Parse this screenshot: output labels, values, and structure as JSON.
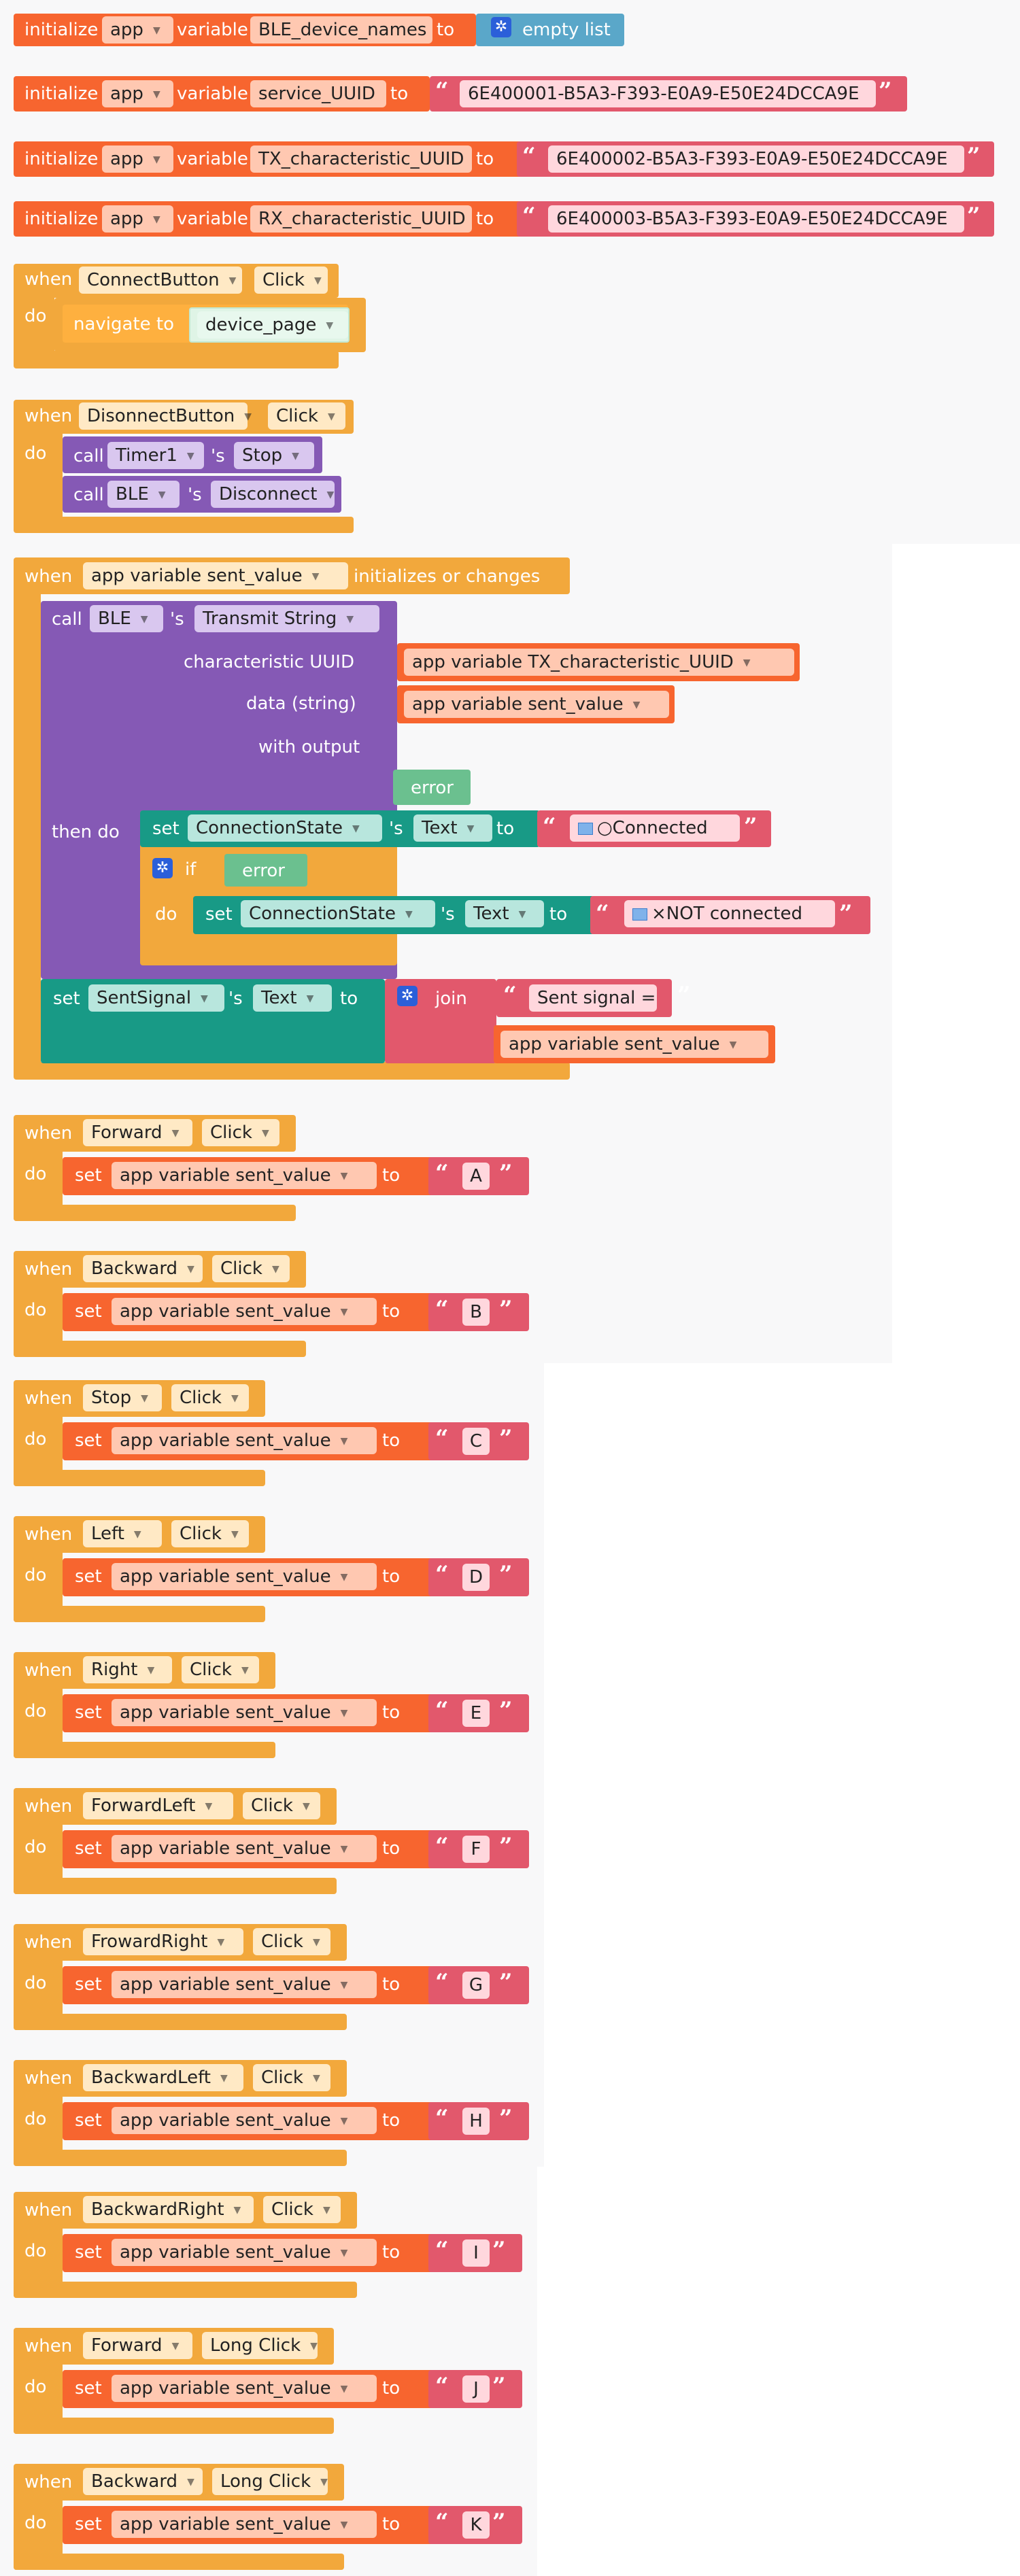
{
  "keywords": {
    "initialize": "initialize",
    "app": "app",
    "variable": "variable",
    "to": "to",
    "when": "when",
    "do": "do",
    "call": "call",
    "apos_s": "'s",
    "set": "set",
    "then_do": "then do",
    "if": "if",
    "join": "join",
    "navigate_to": "navigate to",
    "initializes_or_changes": "initializes or changes",
    "characteristic_uuid": "characteristic UUID",
    "data_string": "data (string)",
    "with_output": "with output",
    "error": "error",
    "empty_list": "empty list",
    "quote_open": "“",
    "quote_close": "”"
  },
  "globals": [
    {
      "name": "BLE_device_names",
      "value": "empty list"
    },
    {
      "name": "service_UUID",
      "value": "6E400001-B5A3-F393-E0A9-E50E24DCCA9E"
    },
    {
      "name": "TX_characteristic_UUID",
      "value": "6E400002-B5A3-F393-E0A9-E50E24DCCA9E"
    },
    {
      "name": "RX_characteristic_UUID",
      "value": "6E400003-B5A3-F393-E0A9-E50E24DCCA9E"
    }
  ],
  "connect_event": {
    "component": "ConnectButton",
    "event": "Click",
    "screen": "device_page"
  },
  "disconnect_event": {
    "component": "DisonnectButton",
    "event": "Click",
    "calls": [
      {
        "component": "Timer1",
        "method": "Stop"
      },
      {
        "component": "BLE",
        "method": "Disconnect"
      }
    ]
  },
  "sent_value_event": {
    "variable": "app variable sent_value",
    "component": "BLE",
    "method": "Transmit String",
    "uuid_arg": "app variable TX_characteristic_UUID",
    "data_arg": "app variable sent_value",
    "set_connected": {
      "component": "ConnectionState",
      "property": "Text",
      "text": "○Connected"
    },
    "set_not_connected": {
      "component": "ConnectionState",
      "property": "Text",
      "text": "×NOT connected"
    },
    "set_signal": {
      "component": "SentSignal",
      "property": "Text",
      "join_text": "Sent signal = ",
      "join_var": "app variable sent_value"
    }
  },
  "click_events": [
    {
      "component": "Forward",
      "event": "Click",
      "value": "A"
    },
    {
      "component": "Backward",
      "event": "Click",
      "value": "B"
    },
    {
      "component": "Stop",
      "event": "Click",
      "value": "C"
    },
    {
      "component": "Left",
      "event": "Click",
      "value": "D"
    },
    {
      "component": "Right",
      "event": "Click",
      "value": "E"
    },
    {
      "component": "ForwardLeft",
      "event": "Click",
      "value": "F"
    },
    {
      "component": "FrowardRight",
      "event": "Click",
      "value": "G"
    },
    {
      "component": "BackwardLeft",
      "event": "Click",
      "value": "H"
    },
    {
      "component": "BackwardRight",
      "event": "Click",
      "value": "I"
    },
    {
      "component": "Forward",
      "event": "Long Click",
      "value": "J"
    },
    {
      "component": "Backward",
      "event": "Long Click",
      "value": "K"
    }
  ],
  "setter_variable": "app variable sent_value",
  "colors": {
    "variable": "#f7652f",
    "event": "#f2a83c",
    "method": "#8559b5",
    "property": "#189a86",
    "text": "#e2586c",
    "list": "#5aa7c9",
    "navigation": "#5fc686"
  }
}
